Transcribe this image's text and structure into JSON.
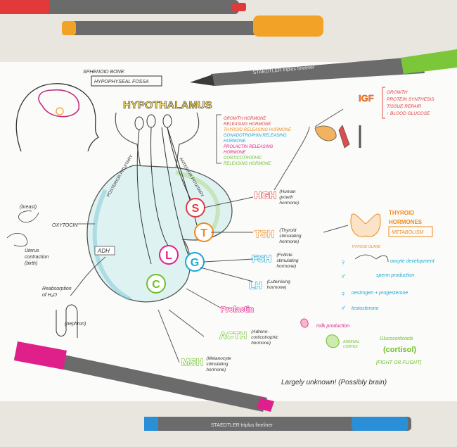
{
  "title": "HYPOTHALAMUS",
  "sphenoid": {
    "label": "SPHENOID BONE:",
    "box": "HYPOPHYSEAL FOSSA"
  },
  "releasing": [
    {
      "text": "GROWTH HORMONE",
      "color": "#e23a3a"
    },
    {
      "text": "RELEASING HORMONE",
      "color": "#e23a3a"
    },
    {
      "text": "THYROID RELEASING HORMONE",
      "color": "#f08a1c"
    },
    {
      "text": "GONADOTROPHIN RELEASING",
      "color": "#18a7d6"
    },
    {
      "text": "HORMONE",
      "color": "#18a7d6"
    },
    {
      "text": "PROLACTIN RELEASING",
      "color": "#e0208a"
    },
    {
      "text": "HORMONE",
      "color": "#e0208a"
    },
    {
      "text": "CORTICOTROPHIC",
      "color": "#6cc02a"
    },
    {
      "text": "RELEASING HORMONE",
      "color": "#6cc02a"
    }
  ],
  "igf": {
    "label": "IGF",
    "effects": [
      "GROWTH",
      "PROTEIN SYNTHESIS",
      "TISSUE REPAIR",
      "↑ BLOOD GLUCOSE"
    ]
  },
  "posterior": {
    "oxytocin": "OXYTOCIN",
    "adh": "ADH",
    "breast": "(breast)",
    "uterus": [
      "Uterus",
      "contraction",
      "(birth)"
    ],
    "kidney": [
      "Reabsorption",
      "of H₂O"
    ],
    "nephron": "(nephron)",
    "lobe_label": "POSTERIOR PITUITARY",
    "anterior_label": "ANTERIOR PITUITARY"
  },
  "circles": [
    {
      "letter": "S",
      "color": "#e23a3a"
    },
    {
      "letter": "T",
      "color": "#f08a1c"
    },
    {
      "letter": "L",
      "color": "#e0208a"
    },
    {
      "letter": "G",
      "color": "#18a7d6"
    },
    {
      "letter": "C",
      "color": "#6cc02a"
    }
  ],
  "hormones": [
    {
      "abbr": "HGH",
      "desc": [
        "(Human",
        "growth",
        "hormone)"
      ],
      "color": "#e23a3a"
    },
    {
      "abbr": "TSH",
      "desc": [
        "(Thyroid",
        "stimulating",
        "hormone)"
      ],
      "color": "#f08a1c"
    },
    {
      "abbr": "FSH",
      "desc": [
        "(Follicle",
        "stimulating",
        "hormone)"
      ],
      "color": "#18a7d6"
    },
    {
      "abbr": "LH",
      "desc": [
        "(Luteinising",
        "hormone)"
      ],
      "color": "#18a7d6"
    },
    {
      "abbr": "Prolactin",
      "desc": [],
      "color": "#e0208a"
    },
    {
      "abbr": "ACTH",
      "desc": [
        "(Adreno-",
        "corticotrophic",
        "hormone)"
      ],
      "color": "#6cc02a"
    },
    {
      "abbr": "MSH",
      "desc": [
        "(Melanocyte",
        "stimulating",
        "hormone)"
      ],
      "color": "#6cc02a"
    }
  ],
  "thyroid": {
    "hormones": [
      "THYROID",
      "HORMONES"
    ],
    "metabolism": "METABOLISM",
    "gland": "THYROID GLAND"
  },
  "gonad": {
    "oocyte": "oocyte development",
    "sperm": "sperm production",
    "oestrogen": "oestrogen + progesterone",
    "testosterone": "testosterone"
  },
  "milk": "milk production",
  "adrenal": {
    "label": [
      "ADRENAL",
      "CORTEX"
    ],
    "gluco": "Glucocorticoids",
    "cortisol": "(cortisol)",
    "fight": "[FIGHT OR FLIGHT]"
  },
  "unknown": "Largely unknown! (Possibly brain)",
  "pens": {
    "top_brand": "STAEDTLER triplus fineliner",
    "bottom_brand": "STAEDTLER triplus fineliner"
  }
}
